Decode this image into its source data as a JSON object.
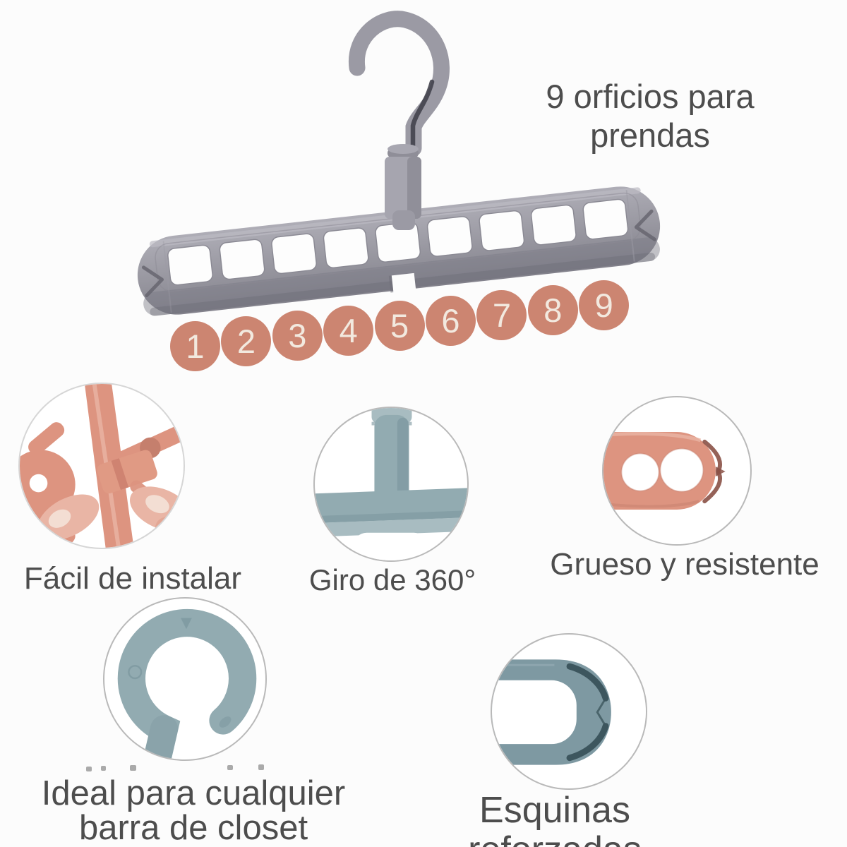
{
  "title_note": {
    "line1": "9 orficios para",
    "line2": "prendas"
  },
  "hanger": {
    "hole_numbers": [
      "1",
      "2",
      "3",
      "4",
      "5",
      "6",
      "7",
      "8",
      "9"
    ],
    "holes_count": 9
  },
  "features": {
    "facil": {
      "label": "Fácil de instalar"
    },
    "giro": {
      "label": "Giro de 360°"
    },
    "grueso": {
      "label": "Grueso y resistente"
    },
    "ideal": {
      "line1": "Ideal para cualquier",
      "line2": "barra de closet"
    },
    "esquinas": {
      "label": "Esquinas reforzadas"
    }
  },
  "colors": {
    "bg": "#fcfcfc",
    "text": "#4d4d4d",
    "border": "#b9b9b9",
    "salmon": "#cc8571",
    "badge_text": "#f2e9df",
    "pink": "#dd9480",
    "pink_light": "#eab4a4",
    "pink_dark": "#c57f6d",
    "pink_deep": "#8a5146",
    "skin": "#e9b5a5",
    "nail": "#f3ded3",
    "teal": "#92abb1",
    "teal_light": "#a8bcc1",
    "teal_dark": "#7a959d",
    "teal_deep": "#7e99a2",
    "teal_ink": "#3d565e",
    "gray": "#9b9aa4",
    "gray_light": "#bcbbc3",
    "gray_dark": "#7b7a84",
    "gray_ink": "#43424c"
  }
}
